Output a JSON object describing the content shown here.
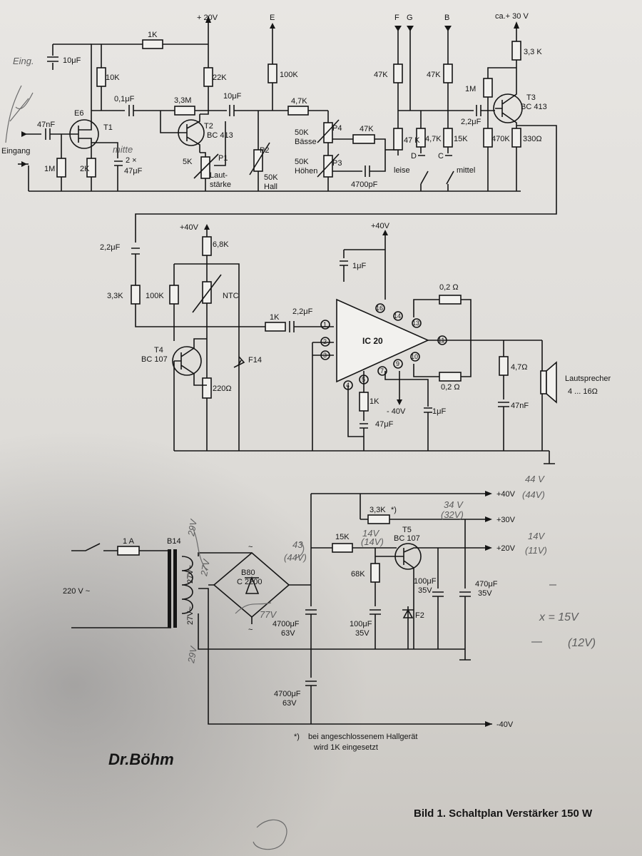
{
  "caption": "Bild 1. Schaltplan Verstärker 150 W",
  "logo": "Dr.Böhm",
  "footnote": {
    "line1": "bei angeschlossenem Hallgerät",
    "line2": "wird 1K eingesetzt",
    "marker": "*)"
  },
  "preamp": {
    "eingang": "Eingang",
    "c_in": "47nF",
    "r_gate": "1M",
    "fet": "E6",
    "fet_label": "T1",
    "r_src": "2K",
    "c_src": "2 ×",
    "c_src2": "47μF",
    "r_drain": "10K",
    "c_bypass": "10μF",
    "r_fb": "1K",
    "c_couple": "0,1μF",
    "r_base": "3,3M",
    "r_col": "22K",
    "t2": "T2",
    "t2_type": "BC 413",
    "p1": "P1",
    "p1_val": "5K",
    "p1_name1": "Laut-",
    "p1_name2": "stärke",
    "c_out": "10μF",
    "r_hall": "100K",
    "p2": "P2",
    "p2_val": "50K",
    "p2_name": "Hall",
    "r_tone": "4,7K",
    "p4_val": "50K",
    "p4_name": "Bässe",
    "p4": "P4",
    "r_p4": "47K",
    "p3_val": "50K",
    "p3_name": "Höhen",
    "p3": "P3",
    "c_p3": "4700pF",
    "v20": "+ 20V",
    "e": "E",
    "f": "F",
    "g": "G",
    "b": "B",
    "v30": "ca.+ 30 V",
    "r47k_1": "47K",
    "r47k_2": "47K",
    "r47k_3": "47 K",
    "r47_1": "4,7K",
    "r15": "15K",
    "sw_d": "D",
    "sw_c": "C",
    "leise": "leise",
    "mittel": "mittel",
    "r1m": "1M",
    "c22": "2,2μF",
    "r470": "470K",
    "r330": "330Ω",
    "r33k": "3,3 K",
    "t3": "T3",
    "t3_type": "BC 413"
  },
  "power_stage": {
    "v40": "+40V",
    "r68": "6,8K",
    "c22_in": "2,2μF",
    "r33": "3,3K",
    "r100": "100K",
    "ntc": "NTC",
    "t4": "T4",
    "t4_type": "BC 107",
    "f14": "F14",
    "r220": "220Ω",
    "r1k": "1K",
    "c22b": "2,2μF",
    "v40b": "+40V",
    "c1": "1μF",
    "ic": "IC 20",
    "r02a": "0,2 Ω",
    "r02b": "0,2 Ω",
    "r1k_b": "1K",
    "c47": "47μF",
    "vneg40": "- 40V",
    "c1b": "1μF",
    "r47": "4,7Ω",
    "c47n": "47nF",
    "speaker1": "Lautsprecher",
    "speaker2": "4 ... 16Ω",
    "pins": [
      "1",
      "2",
      "3",
      "4",
      "5",
      "7",
      "9",
      "10",
      "11",
      "13",
      "14",
      "16"
    ]
  },
  "psu": {
    "mains": "220 V ~",
    "fuse": "1 A",
    "trafo": "B14",
    "sec1": "27V~",
    "sec2": "27V~",
    "bridge": "B80",
    "bridge2": "C 2200",
    "c4700a": "4700μF",
    "c4700a_v": "63V",
    "c4700b": "4700μF",
    "c4700b_v": "63V",
    "r33k": "3,3K",
    "r33k_star": "*)",
    "r15k": "15K",
    "r68k": "68K",
    "t5": "T5",
    "t5_type": "BC 107",
    "c100a": "100μF",
    "c100a_v": "35V",
    "c100b": "100μF",
    "c100b_v": "35V",
    "c470": "470μF",
    "c470_v": "35V",
    "f2": "F2",
    "out40": "+40V",
    "out30": "+30V",
    "out20": "+20V",
    "outm40": "-40V",
    "tilde": "~"
  },
  "handwriting": [
    "Eing.",
    "mitte",
    "44 V",
    "(44V)",
    "34 V",
    "(32V)",
    "14V",
    "(14V)",
    "14V",
    "(11V)",
    "43",
    "(44V)",
    "x = 15V",
    "(12V)",
    "77V",
    "29V",
    "27V",
    "29V"
  ]
}
